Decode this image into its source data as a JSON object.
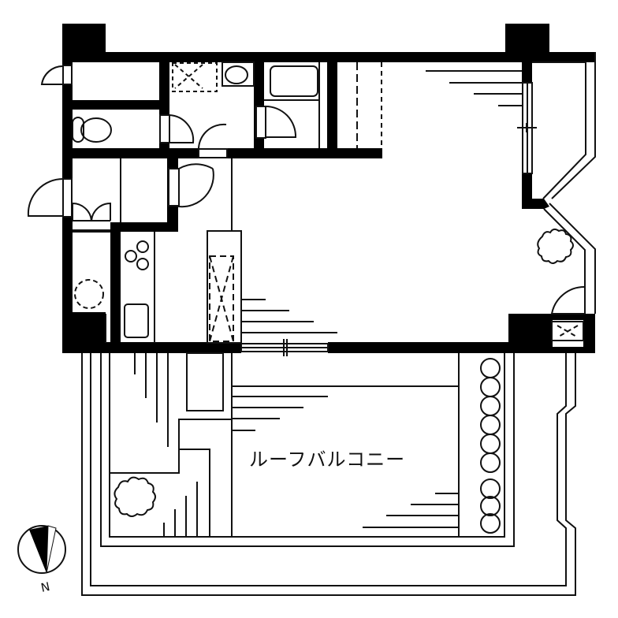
{
  "plan": {
    "type": "floor-plan",
    "labels": {
      "roof_balcony": "ルーフバルコニー",
      "north": "N"
    },
    "colors": {
      "wall": "#000000",
      "line": "#111111",
      "background": "#ffffff"
    }
  }
}
